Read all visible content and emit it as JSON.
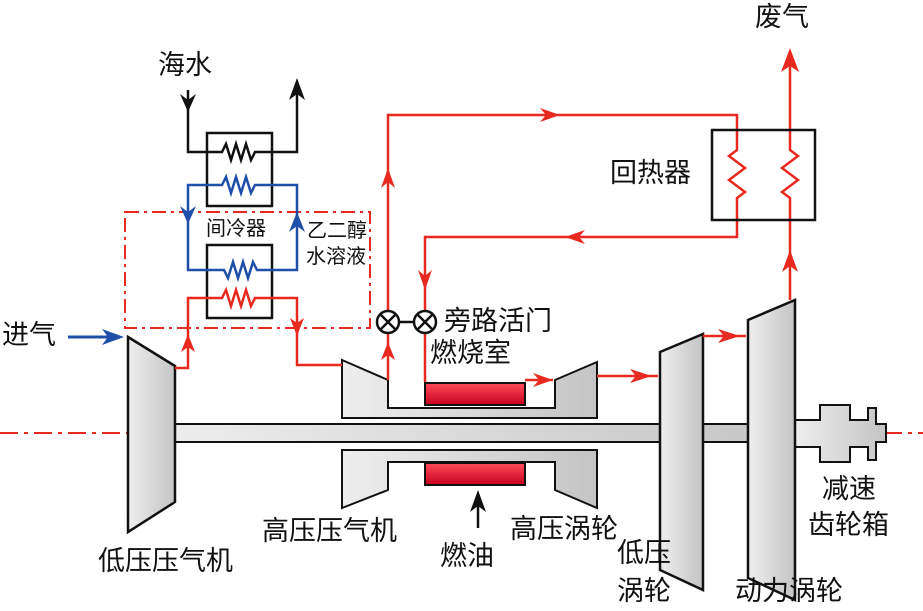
{
  "labels": {
    "seawater": "海水",
    "exhaust": "废气",
    "recuperator": "回热器",
    "intercooler": "间冷器",
    "glycol_1": "乙二醇",
    "glycol_2": "水溶液",
    "bypass_valve": "旁路活门",
    "combustor": "燃烧室",
    "inlet": "进气",
    "lp_compressor": "低压压气机",
    "hp_compressor": "高压压气机",
    "fuel": "燃油",
    "hp_turbine": "高压涡轮",
    "lp_turbine_1": "低压",
    "lp_turbine_2": "涡轮",
    "power_turbine": "动力涡轮",
    "gearbox_1": "减速",
    "gearbox_2": "齿轮箱"
  },
  "colors": {
    "gas": "#e8291f",
    "glycol": "#1f4fa8",
    "seawater": "#111111",
    "component": "#d9d9d9",
    "combustor": "#d8102a"
  }
}
